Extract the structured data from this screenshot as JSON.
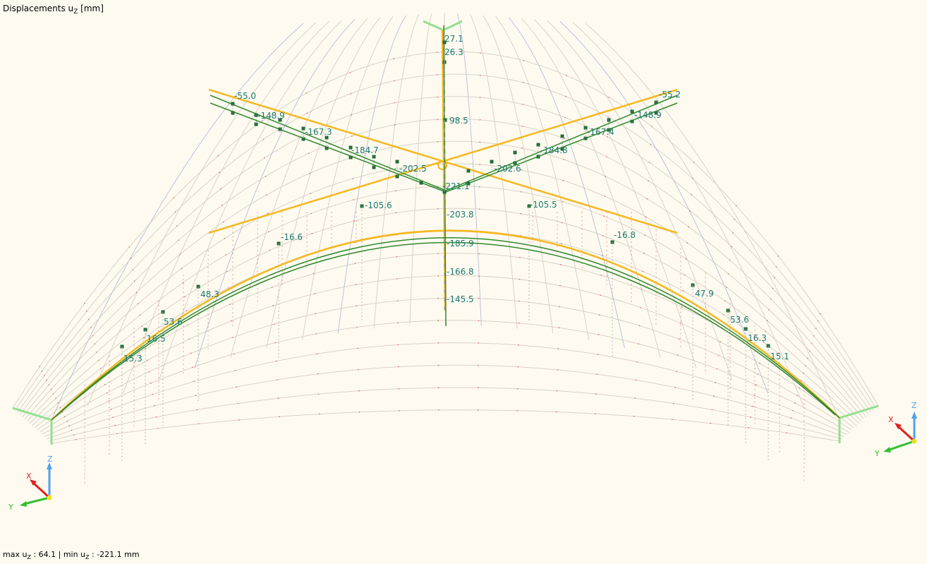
{
  "title": {
    "prefix": "Displacements u",
    "subscript": "Z",
    "unit": " [mm]"
  },
  "summary": {
    "max_prefix": "max u",
    "max_sub": "Z",
    "max_value": " : 64.1 | min u",
    "min_sub": "Z",
    "min_value": " : -221.1 mm"
  },
  "labels": {
    "center_top_1": "27.1",
    "center_top_2": "26.3",
    "center_mid": "98.5",
    "center_min": "-221.1",
    "center_1": "-203.8",
    "center_2": "-185.9",
    "center_3": "-166.8",
    "center_4": "-145.5",
    "ldiag_0": "-55.0",
    "ldiag_1": "-148.9",
    "ldiag_2": "-167.3",
    "ldiag_3": "-184.7",
    "ldiag_4": "-202.5",
    "rdiag_0": "-55.2",
    "rdiag_1": "-148.9",
    "rdiag_2": "-167.4",
    "rdiag_3": "-184.8",
    "rdiag_4": "-202.6",
    "larch_1": "-105.6",
    "larch_2": "-16.6",
    "larch_3": "48.3",
    "larch_4": "53.6",
    "larch_5": "16.5",
    "larch_6": "15.3",
    "rarch_1": "-105.5",
    "rarch_2": "-16.8",
    "rarch_3": "47.9",
    "rarch_4": "53.6",
    "rarch_5": "16.3",
    "rarch_6": "15.1"
  },
  "axes": {
    "x": "X",
    "y": "Y",
    "z": "Z"
  },
  "colors": {
    "background": "#fffaf0",
    "mesh": "#d8d2c8",
    "mesh_blue": "#b9c3dc",
    "member": "#f5b820",
    "deformed": "#2f8a2f",
    "label": "#1a7a70",
    "node_dot": "#e05050",
    "support": "#90e090",
    "axis_x": "#e02020",
    "axis_y": "#30c030",
    "axis_z": "#50a0f0"
  }
}
